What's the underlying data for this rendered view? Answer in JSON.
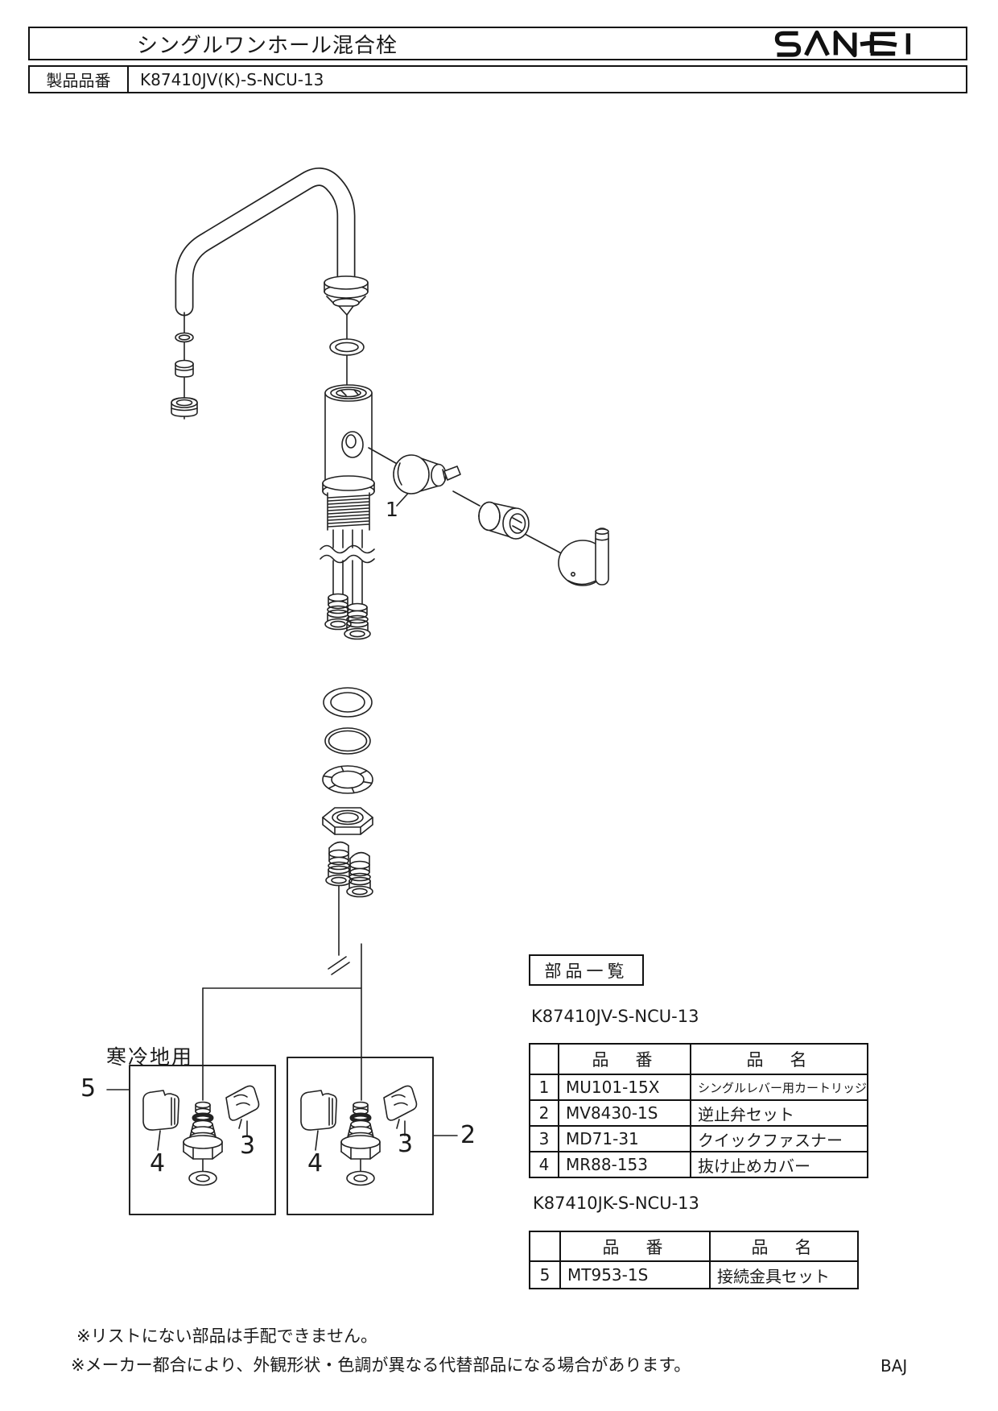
{
  "header": {
    "title": "シングルワンホール混合栓",
    "brand": "SANEI",
    "product_label": "製品品番",
    "product_code": "K87410JV(K)-S-NCU-13"
  },
  "diagram": {
    "callout_1": "1",
    "callout_2": "2",
    "callout_3": "3",
    "callout_4": "4",
    "callout_5": "5",
    "cold_region_label": "寒冷地用"
  },
  "parts_list": {
    "box_title": "部品一覧",
    "tables": [
      {
        "model": "K87410JV-S-NCU-13",
        "col_code": "品　番",
        "col_name": "品　名",
        "rows": [
          {
            "no": "1",
            "code": "MU101-15X",
            "name": "シングルレバー用カートリッジ"
          },
          {
            "no": "2",
            "code": "MV8430-1S",
            "name": "逆止弁セット"
          },
          {
            "no": "3",
            "code": "MD71-31",
            "name": "クイックファスナー"
          },
          {
            "no": "4",
            "code": "MR88-153",
            "name": "抜け止めカバー"
          }
        ]
      },
      {
        "model": "K87410JK-S-NCU-13",
        "col_code": "品　番",
        "col_name": "品　名",
        "rows": [
          {
            "no": "5",
            "code": "MT953-1S",
            "name": "接続金具セット"
          }
        ]
      }
    ]
  },
  "notes": {
    "note1": "※リストにない部品は手配できません。",
    "note2": "※メーカー都合により、外観形状・色調が異なる代替部品になる場合があります。",
    "doc_code": "BAJ"
  },
  "colors": {
    "ink": "#1a1a1a",
    "line": "#222222",
    "background": "#ffffff"
  }
}
